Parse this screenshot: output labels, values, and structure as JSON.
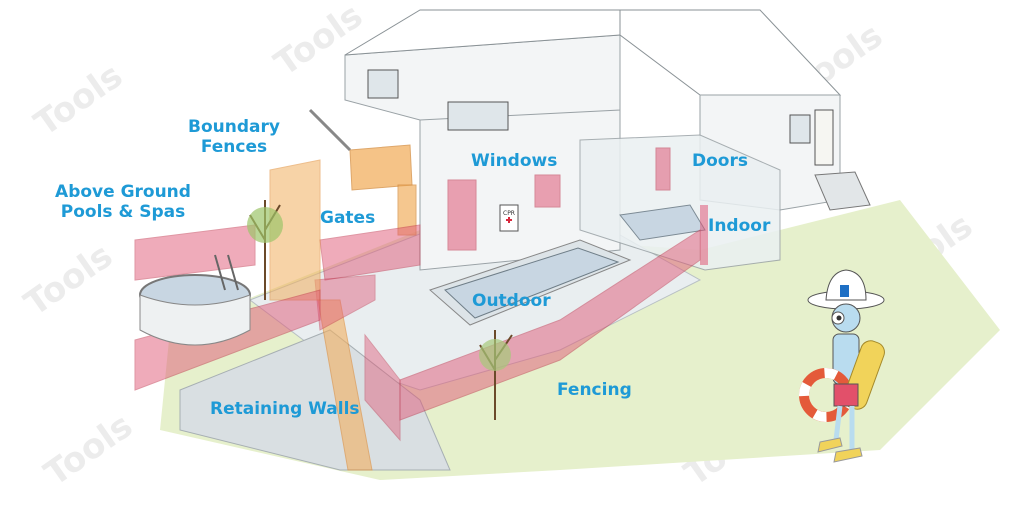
{
  "labels": {
    "boundary_fences": "Boundary\nFences",
    "above_ground": "Above Ground\nPools & Spas",
    "gates": "Gates",
    "windows": "Windows",
    "doors": "Doors",
    "indoor": "Indoor",
    "outdoor": "Outdoor",
    "fencing": "Fencing",
    "retaining_walls": "Retaining Walls"
  },
  "sign_text": "CPR",
  "watermark": "Tools",
  "colors": {
    "label_blue": "#1e9ad6",
    "barrier_red": "#e05a78",
    "barrier_orange": "#f2b060",
    "pool_water": "#c8d6e2",
    "lawn": "#e6f0cc"
  }
}
